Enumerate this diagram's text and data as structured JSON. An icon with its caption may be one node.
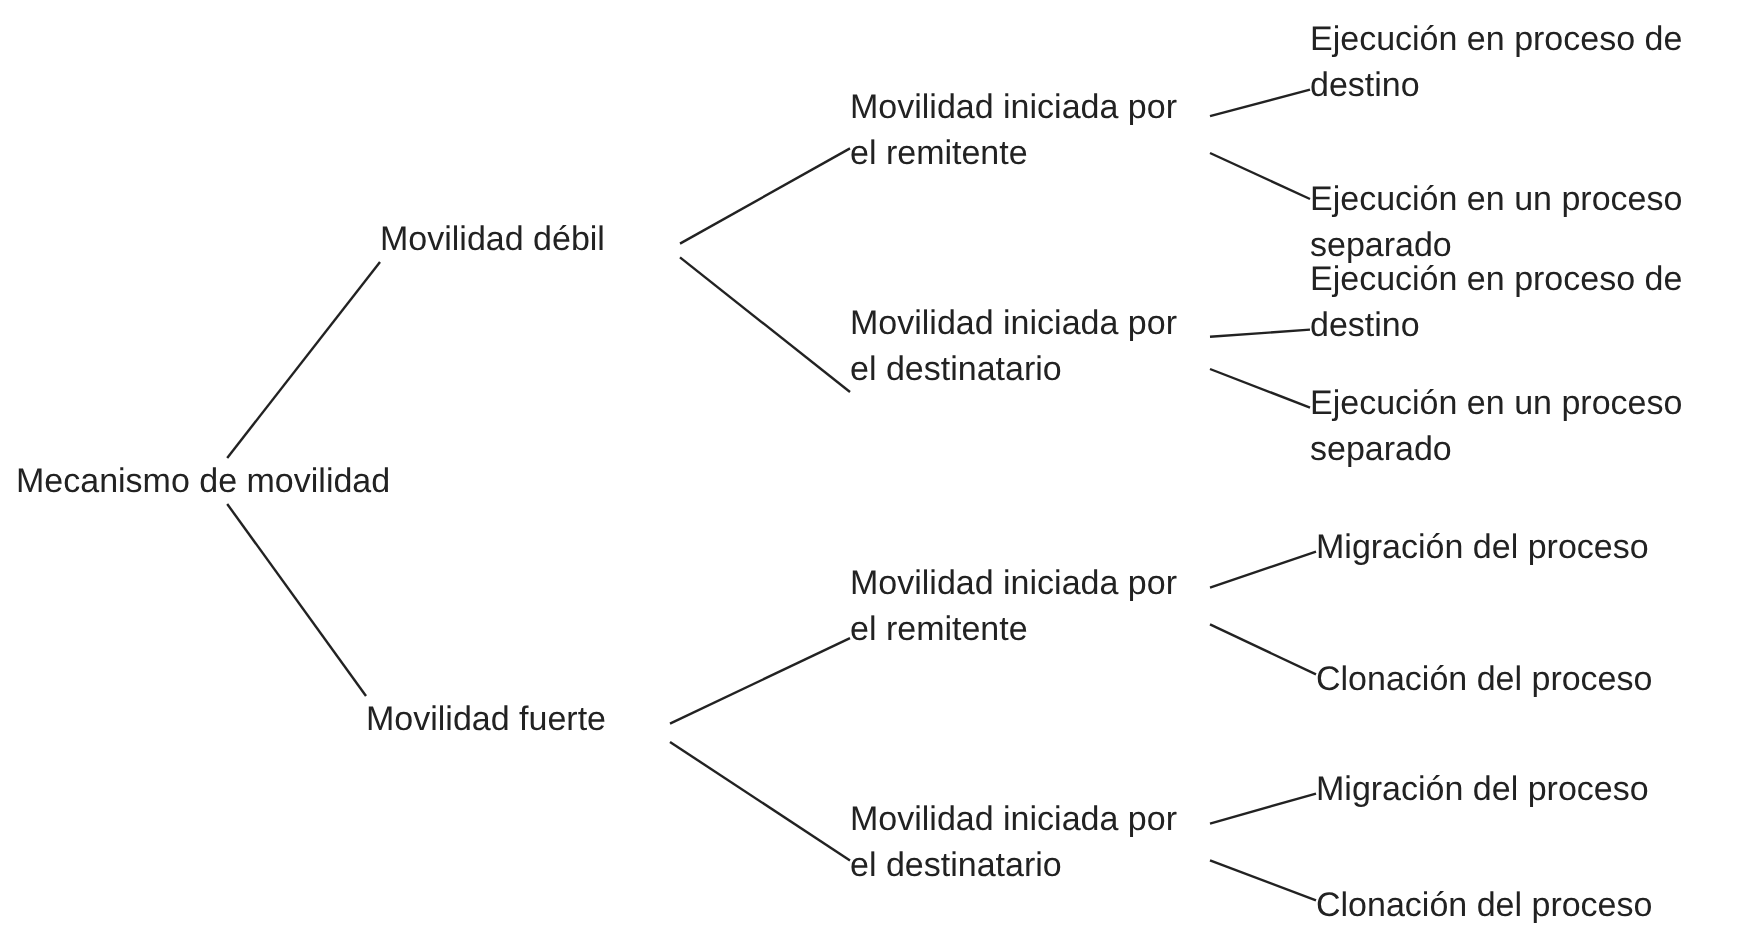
{
  "diagram": {
    "nodes": [
      {
        "text": [
          "Mecanismo de movilidad"
        ]
      },
      {
        "text": [
          "Movilidad débil"
        ]
      },
      {
        "text": [
          "Movilidad iniciada por el remitente"
        ]
      },
      {
        "text": [
          "Ejecución en proceso de destino"
        ]
      },
      {
        "text": [
          "Ejecución en un proceso separado"
        ]
      },
      {
        "text": [
          "Movilidad iniciada por el destinatario"
        ]
      },
      {
        "text": [
          "Ejecución en proceso de destino"
        ]
      },
      {
        "text": [
          "Ejecución en un proceso separado"
        ]
      },
      {
        "text": [
          "Movilidad fuerte"
        ]
      },
      {
        "text": [
          "Movilidad iniciada por el remitente"
        ]
      },
      {
        "text": [
          "Migración del proceso"
        ]
      },
      {
        "text": [
          "Clonación del proceso"
        ]
      },
      {
        "text": [
          "Movilidad iniciada por el destinatario"
        ]
      },
      {
        "text": [
          "Migración del proceso"
        ]
      },
      {
        "text": [
          "Clonación del proceso"
        ]
      }
    ],
    "edges": [
      {
        "from": 0,
        "to": 1,
        "arrow": "none"
      },
      {
        "from": 0,
        "to": 8,
        "arrow": "none"
      },
      {
        "from": 1,
        "to": 2,
        "arrow": "none"
      },
      {
        "from": 1,
        "to": 5,
        "arrow": "none"
      },
      {
        "from": 2,
        "to": 3,
        "arrow": "none"
      },
      {
        "from": 2,
        "to": 4,
        "arrow": "none"
      },
      {
        "from": 5,
        "to": 6,
        "arrow": "none"
      },
      {
        "from": 5,
        "to": 7,
        "arrow": "none"
      },
      {
        "from": 8,
        "to": 9,
        "arrow": "none"
      },
      {
        "from": 8,
        "to": 12,
        "arrow": "none"
      },
      {
        "from": 9,
        "to": 10,
        "arrow": "none"
      },
      {
        "from": 9,
        "to": 11,
        "arrow": "none"
      },
      {
        "from": 12,
        "to": 13,
        "arrow": "none"
      },
      {
        "from": 12,
        "to": 14,
        "arrow": "none"
      }
    ]
  }
}
